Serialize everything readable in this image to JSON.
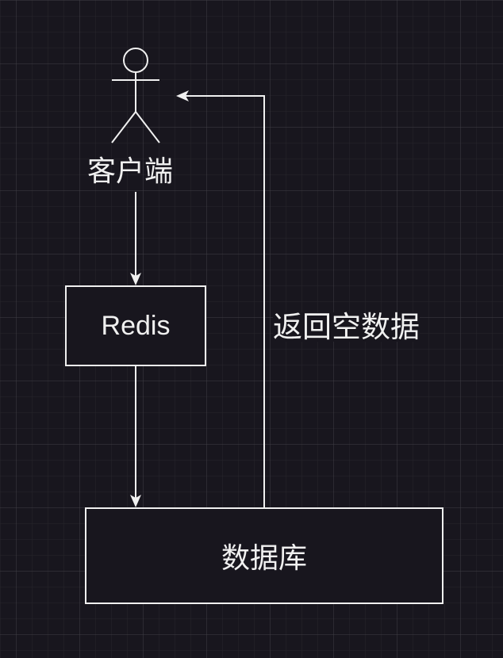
{
  "diagram": {
    "background_color": "#18161e",
    "stroke_color": "#f0f0f0",
    "actor": {
      "icon": "stick-figure-icon",
      "label": "客户端"
    },
    "nodes": {
      "redis": {
        "label": "Redis"
      },
      "database": {
        "label": "数据库"
      }
    },
    "edges": [
      {
        "from": "客户端",
        "to": "Redis",
        "label": ""
      },
      {
        "from": "Redis",
        "to": "数据库",
        "label": ""
      },
      {
        "from": "数据库",
        "to": "客户端",
        "label": "返回空数据"
      }
    ]
  }
}
